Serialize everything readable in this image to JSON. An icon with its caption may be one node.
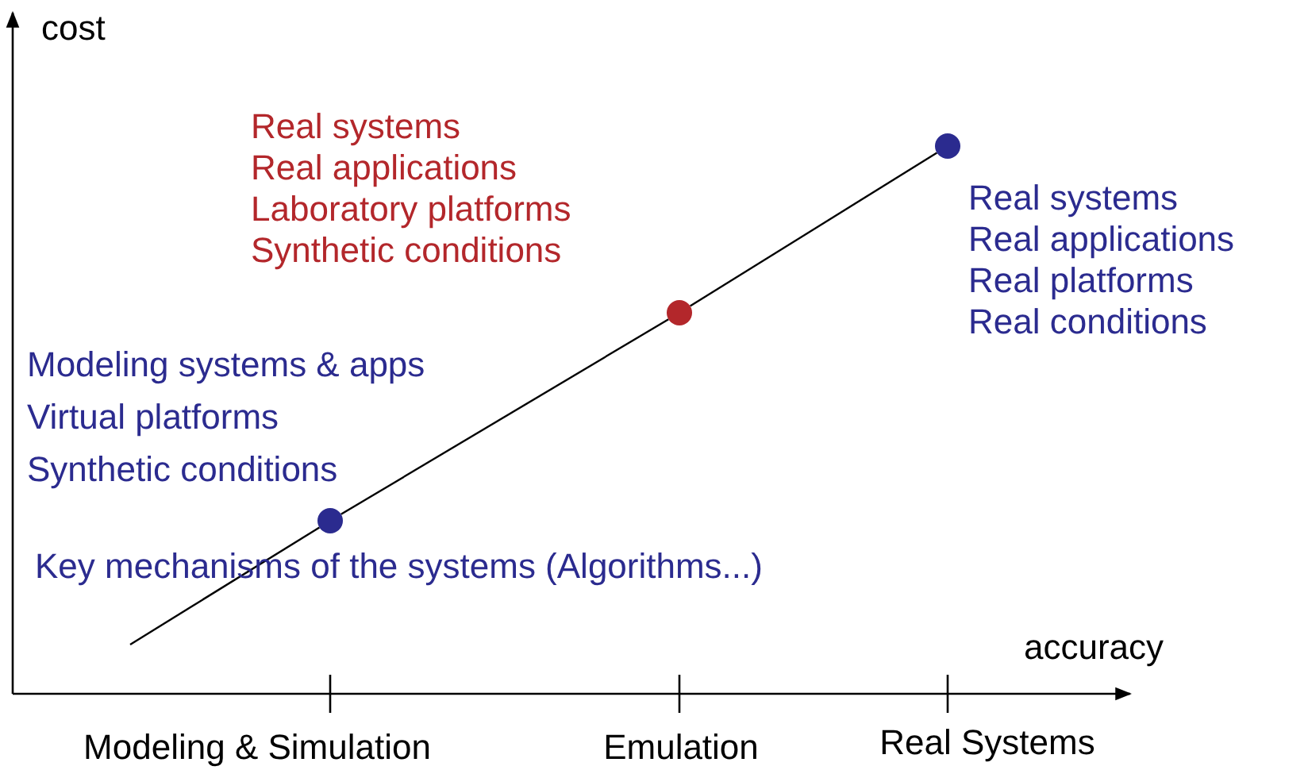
{
  "diagram": {
    "nodes": [
      {
        "text": [],
        "shape": "circle",
        "beside": [
          "Modeling systems & apps",
          "Virtual platforms",
          "Synthetic conditions"
        ]
      },
      {
        "text": [],
        "shape": "circle",
        "beside": [
          "Real systems",
          "Real applications",
          "Laboratory platforms",
          "Synthetic conditions"
        ]
      },
      {
        "text": [],
        "shape": "circle",
        "beside": [
          "Real systems",
          "Real applications",
          "Real platforms",
          "Real conditions"
        ]
      }
    ],
    "edges": [
      {
        "from": null,
        "to": 0,
        "arrow": "none"
      },
      {
        "from": 0,
        "to": 1,
        "arrow": "none"
      },
      {
        "from": 1,
        "to": 2,
        "arrow": "none"
      }
    ],
    "labels": [
      "cost",
      "accuracy",
      "Modeling & Simulation",
      "Emulation",
      "Real Systems",
      "Key mechanisms of the systems (Algorithms...)"
    ]
  }
}
